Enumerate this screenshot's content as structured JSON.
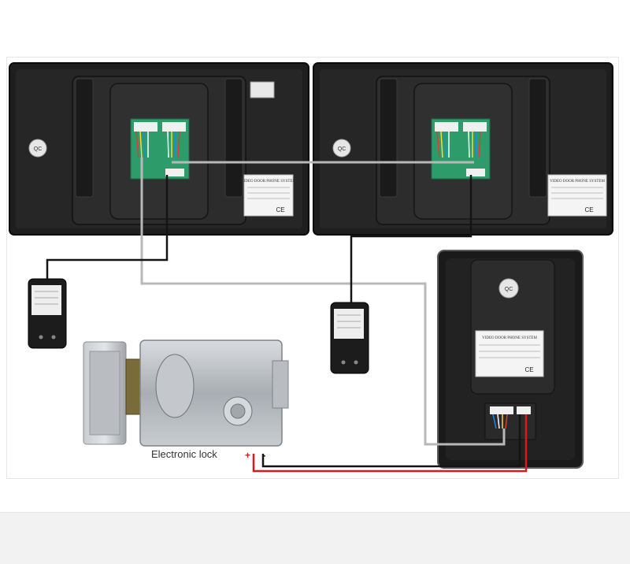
{
  "lock": {
    "label": "Electronic lock"
  },
  "polarity": {
    "plus": "+",
    "minus": "-"
  },
  "qc": "QC",
  "label_card": {
    "title": "VIDEO DOOR PHONE SYSTEM",
    "marks": "CE"
  },
  "colors": {
    "device": "#1f1f1f",
    "wire_gray": "#b8b8b8",
    "wire_black": "#141414",
    "wire_red": "#d91a1a",
    "pcb": "#2e9c6a"
  }
}
